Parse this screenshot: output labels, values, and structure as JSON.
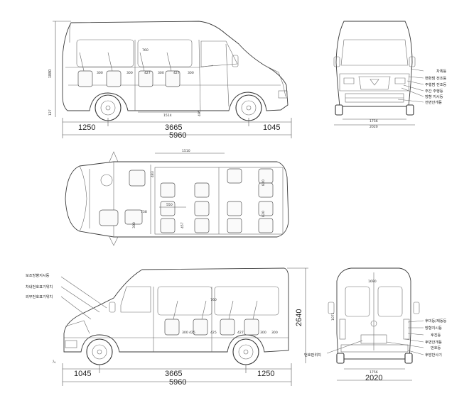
{
  "side_view": {
    "height": "1880",
    "wheelbase_dim": "3665",
    "rear_overhang": "1250",
    "front_overhang": "1045",
    "overall_length": "5960",
    "floor_len": "1514",
    "step_h": "495",
    "seat_dims": [
      "300",
      "300",
      "427",
      "300",
      "427",
      "300"
    ],
    "interior_h": "760",
    "left_small": "127"
  },
  "front_view": {
    "labels": [
      "차폭등",
      "변환범 전조등",
      "주행범 전조등",
      "주간 주행등",
      "방향 지시등",
      "전면안개등"
    ],
    "width_a": "1756",
    "width_b": "2020"
  },
  "top_view": {
    "top_dim": "1510",
    "dims": [
      "483",
      "550",
      "738",
      "457",
      "820",
      "820",
      "300"
    ]
  },
  "bottom_side": {
    "labels": [
      "보조방향지시등",
      "차내번호표기위치",
      "외부번호표기위치"
    ],
    "height": "2640",
    "front_overhang": "1045",
    "wheelbase_dim": "3665",
    "rear_overhang": "1250",
    "overall_length": "5960",
    "small_left": "2°",
    "interior_h": "760",
    "seat_dims": [
      "300",
      "425",
      "425",
      "427",
      "300",
      "300"
    ]
  },
  "rear_view": {
    "labels": [
      "후미등/제동등",
      "방향지시등",
      "후진등",
      "후면안개등",
      "번호등",
      "후방반사기"
    ],
    "bottom_label": "번호판위치",
    "width_a": "1756",
    "width_b": "2020",
    "top_dim": "1690",
    "side_dim": "1071"
  }
}
